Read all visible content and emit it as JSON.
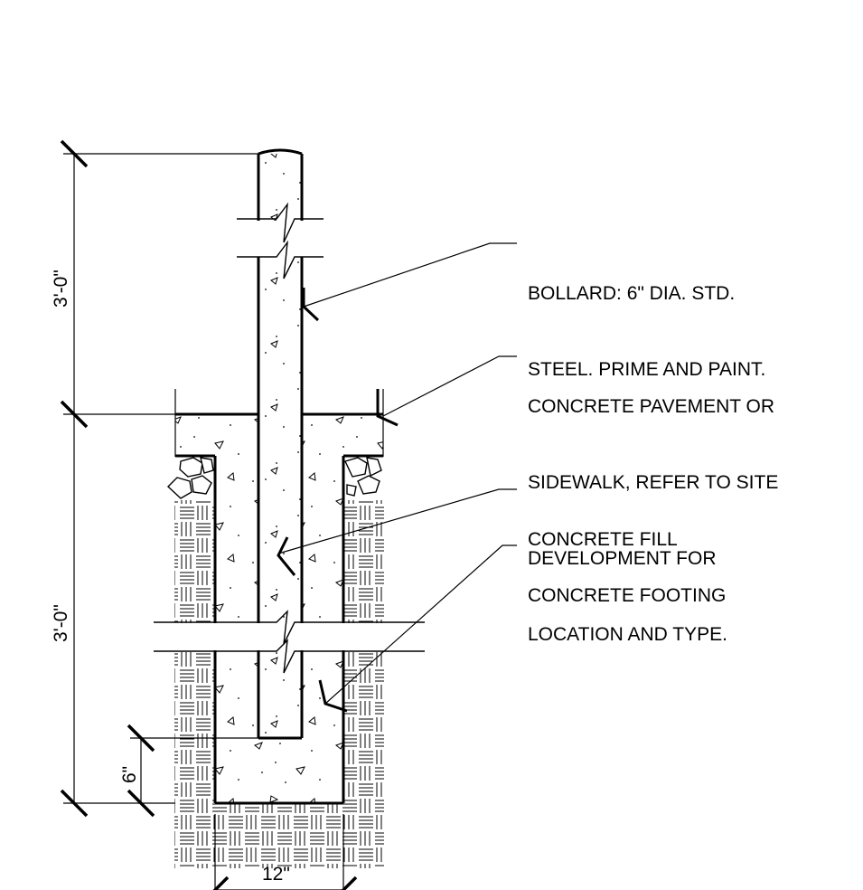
{
  "callouts": {
    "bollard": {
      "line1": "BOLLARD: 6\" DIA. STD.",
      "line2": "STEEL. PRIME AND PAINT."
    },
    "pavement": {
      "line1": "CONCRETE PAVEMENT OR",
      "line2": "SIDEWALK, REFER TO SITE",
      "line3": "DEVELOPMENT FOR",
      "line4": "LOCATION AND TYPE."
    },
    "fill": {
      "line1": "CONCRETE FILL"
    },
    "footing": {
      "line1": "CONCRETE FOOTING"
    }
  },
  "dimensions": {
    "upper_height": "3'-0\"",
    "lower_height": "3'-0\"",
    "embed_clearance": "6\"",
    "footing_width": "12\""
  },
  "colors": {
    "line": "#000000",
    "background": "#ffffff"
  }
}
